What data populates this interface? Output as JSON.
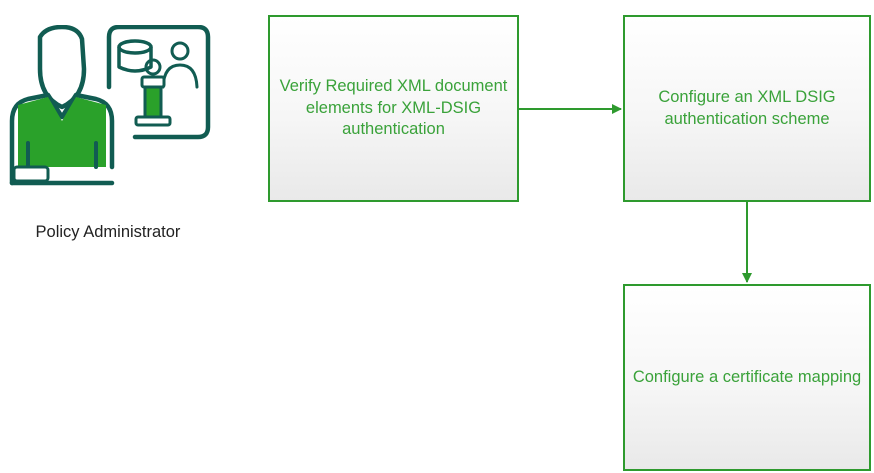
{
  "actor": {
    "label": "Policy Administrator",
    "icon": "policy-administrator-icon"
  },
  "steps": [
    {
      "label": "Verify Required XML document elements for XML-DSIG authentication"
    },
    {
      "label": "Configure an XML DSIG authentication scheme"
    },
    {
      "label": "Configure a certificate mapping"
    }
  ],
  "colors": {
    "box_border": "#2e9a2e",
    "box_text": "#3aa23a",
    "arrow": "#2e9a2e",
    "icon_dark": "#115c52",
    "icon_green": "#2aa12a"
  }
}
